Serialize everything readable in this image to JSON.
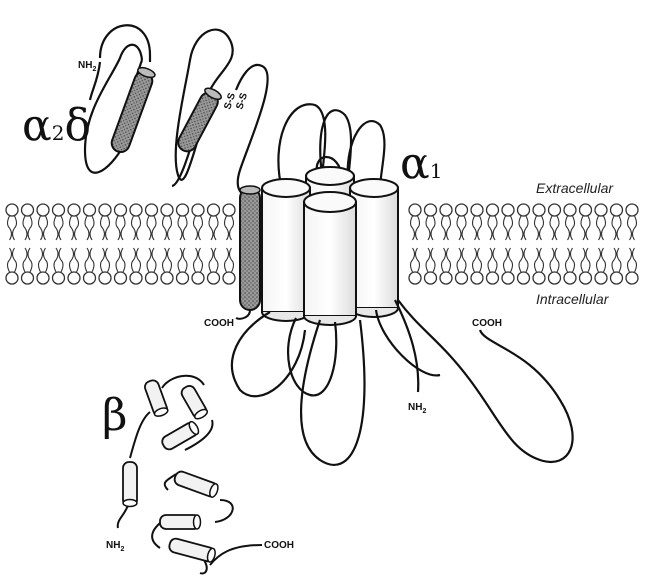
{
  "labels": {
    "alpha2delta": {
      "main": "α",
      "sub": "2",
      "delta": "δ"
    },
    "alpha1": {
      "main": "α",
      "sub": "1"
    },
    "beta": "β",
    "extracellular": "Extracellular",
    "intracellular": "Intracellular",
    "nh2": "NH",
    "nh2_sub": "2",
    "cooh": "COOH",
    "disulfide": "S-S"
  },
  "colors": {
    "stroke": "#111111",
    "helix_fill": "#ffffff",
    "shaded_fill": "#8c8c8c",
    "lipid": "#333333"
  },
  "icons": {
    "membrane": "lipid-bilayer",
    "helix": "alpha-helix-cylinder"
  }
}
